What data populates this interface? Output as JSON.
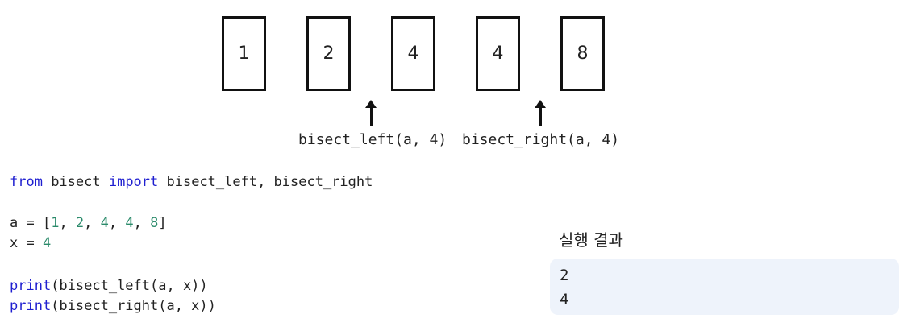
{
  "array_diagram": {
    "values": [
      "1",
      "2",
      "4",
      "4",
      "8"
    ],
    "left_label": "bisect_left(a, 4)",
    "right_label": "bisect_right(a, 4)"
  },
  "code": {
    "line1": {
      "kw_from": "from",
      "module": " bisect ",
      "kw_import": "import",
      "names": " bisect_left, bisect_right"
    },
    "line2": {
      "prefix": "a = [",
      "n1": "1",
      "sep1": ", ",
      "n2": "2",
      "sep2": ", ",
      "n3": "4",
      "sep3": ", ",
      "n4": "4",
      "sep4": ", ",
      "n5": "8",
      "suffix": "]"
    },
    "line3": {
      "prefix": "x = ",
      "n": "4"
    },
    "line4": {
      "fn": "print",
      "rest": "(bisect_left(a, x))"
    },
    "line5": {
      "fn": "print",
      "rest": "(bisect_right(a, x))"
    }
  },
  "result": {
    "title": "실행 결과",
    "lines": [
      "2",
      "4"
    ]
  }
}
